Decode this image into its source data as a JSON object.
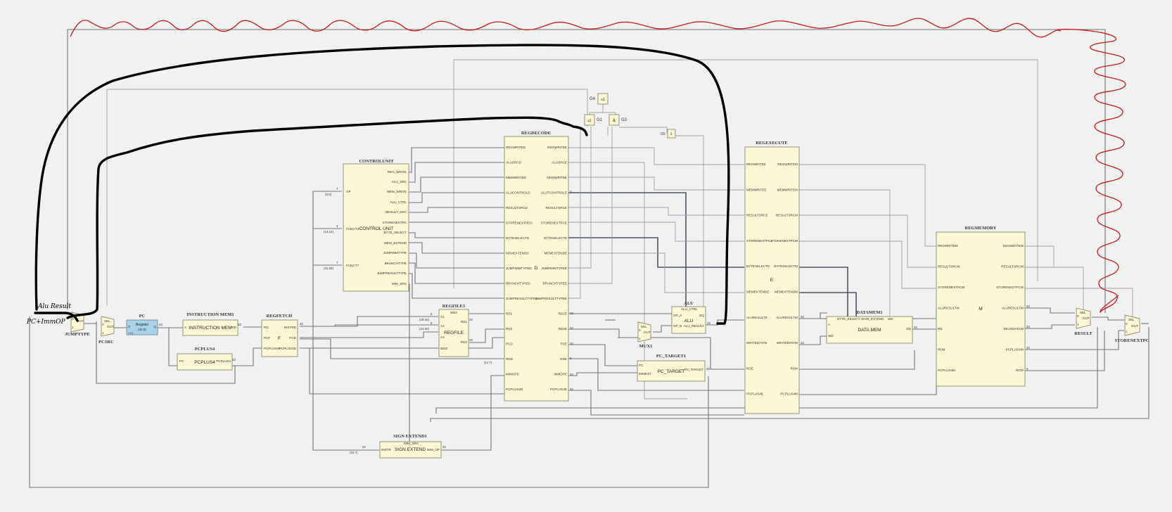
{
  "diagram": {
    "type": "processor schematic",
    "blocks": {
      "controlunit": {
        "title": "CONTROLUNIT",
        "name": "CONTROL UNIT",
        "inputs": [
          "OP",
          "FUNCT3",
          "FUNCT7"
        ],
        "outputs": [
          "REG_WRITE",
          "ALU_SRC",
          "MEM_WRITE",
          "ALU_CTRL",
          "RESULT_SRC",
          "STORENEXTPC",
          "BYTE_SELECT",
          "MEM_EXTEND",
          "JUMPIMMTYPE",
          "BRANCHTYPE",
          "JUMPRESULTTYPE",
          "IMM_SRC"
        ]
      },
      "regdecode": {
        "title": "REGDECODE",
        "name": "D",
        "left": [
          "REGWRITED",
          "ALUSRCD",
          "MEMWRITED",
          "ALUCONTROLD",
          "RESULTSRCD",
          "STORENEXTPCD",
          "BYTESELECTD",
          "MEMEXTENDD",
          "JUMPIMMTYPED",
          "BRANCHTYPED",
          "JUMPRESULTTYPED",
          "RD1",
          "RD2",
          "PCD",
          "RDD",
          "IMMOPD",
          "PCPLUS4D"
        ],
        "right": [
          "REGWRITEE",
          "ALUSRCE",
          "MEMWRITEE",
          "ALUTCONTROLE",
          "RESULTSRCE",
          "STORENEXTPCE",
          "BYTESELECTE",
          "MEMEXTENDE",
          "JUMPIMMTYPEE",
          "BRANCHTYPEE",
          "JUMPRESULTTYPEE",
          "RD1E",
          "RD2E",
          "PCE",
          "RDE",
          "IMMOPE",
          "PCPLUS4E"
        ]
      },
      "regexecute": {
        "title": "REGEXECUTE",
        "name": "E",
        "left": [
          "REGWRITEE",
          "MEMWRITEE",
          "RESULTSRCE",
          "STORENEXTPCE",
          "BYTESELECTE",
          "MEMEXTENDE",
          "ALURESULTE",
          "WRITEDATAE",
          "RDE",
          "PCPLUS4E"
        ],
        "right": [
          "REGWRITEM",
          "MEMWRITEM",
          "RESULTSRCM",
          "STORENEXTPCM",
          "BYTESELECTM",
          "MEMEXTENDM",
          "ALURESULTM",
          "WRITEDATAM",
          "RDM",
          "PCPLUS4M"
        ]
      },
      "regmemory": {
        "title": "REGMEMORY",
        "name": "M",
        "left": [
          "REGWRITEM",
          "RESULTSRCM",
          "STORENEXTPCM",
          "ALURESULTM",
          "RD",
          "RDM",
          "PCPLUS4M"
        ],
        "right": [
          "REGWRITEW",
          "RESULTSRCW",
          "STORENEXTPCW",
          "ALURESULTW",
          "READDATAW",
          "PCPLUS4W",
          "RDW"
        ]
      },
      "regfetch": {
        "title": "REGFETCH",
        "name": "F",
        "left": [
          "RD",
          "PCF",
          "PCPLUS4F"
        ],
        "right": [
          "INSTRD",
          "PCD",
          "PCPLUS4D"
        ]
      },
      "regfile": {
        "title": "REGFILE1",
        "name": "REGFILE",
        "ports": [
          "WE3",
          "A1",
          "A2",
          "A3",
          "WD3",
          "RD1",
          "RD2"
        ]
      },
      "instrmem": {
        "title": "INSTRUCTION MEM1",
        "name": "INSTRUCTION MEM",
        "ports": [
          "A",
          "RD"
        ]
      },
      "pcplus4": {
        "title": "PCPLUS4",
        "name": "PCPLUS4",
        "ports": [
          "PC",
          "PCPLUS4"
        ]
      },
      "pc": {
        "title": "PC",
        "name": "Register",
        "sub": "(31:0)",
        "ports": [
          "D",
          "Q",
          "CLK"
        ]
      },
      "signextend": {
        "title": "SIGN EXTEND1",
        "name": "SIGN EXTEND",
        "ports": [
          "IMM_SRC",
          "INSTR",
          "IMM_OP"
        ]
      },
      "pctarget": {
        "title": "PC_TARGET1",
        "name": "PC_TARGET",
        "ports": [
          "PC",
          "IMMEXT",
          "PC_TARGET"
        ]
      },
      "alu": {
        "title": "ALU",
        "name": "ALU",
        "ports": [
          "ALU_CTRL",
          "OP_A",
          "OP_B",
          "EQ",
          "ALU_RESULT"
        ]
      },
      "datamem": {
        "title": "DATAMEM1",
        "name": "DATA MEM",
        "ports": [
          "BYTE_SELECT",
          "SIGN_EXTEND",
          "WE",
          "A",
          "WD",
          "RD"
        ]
      }
    },
    "muxes": [
      {
        "key": "jumptype",
        "label": "JUMPTYPE"
      },
      {
        "key": "pcsrc",
        "label": "PCSRC"
      },
      {
        "key": "mux1",
        "label": "MUX1"
      },
      {
        "key": "result",
        "label": "RESULT"
      },
      {
        "key": "storenextpc",
        "label": "STORENEXTPC"
      }
    ],
    "mux_ports": {
      "sel": "SEL",
      "out": "OUT",
      "in0": "0",
      "in1": "1"
    },
    "gates": [
      {
        "key": "g4",
        "label": "G4",
        "symbol": "≥1"
      },
      {
        "key": "g1",
        "label": "G1",
        "symbol": "≥1"
      },
      {
        "key": "g3",
        "label": "G3",
        "symbol": "&"
      },
      {
        "key": "g5",
        "label": "G5",
        "symbol": "1"
      }
    ],
    "bus_labels": {
      "b7": "7",
      "b3": "3",
      "b5": "5",
      "b32": "32",
      "b3_2": "3",
      "s60": "(6:0)",
      "s1412": "(14:12)",
      "s3125": "(31:25)",
      "s1915": "(19:15)",
      "s2420": "(24:20)",
      "s117": "(11:7)",
      "s317": "(31:7)",
      "s310": "(31:0)"
    },
    "annotations": {
      "alu_result": "Alu Result",
      "pc_plus_imm": "PC+ImmOP"
    },
    "colors": {
      "block_fill": "#fbf8d3",
      "pc_register_fill": "#a9d3ea",
      "wire": "#6f747c",
      "annotation_black": "#000000",
      "annotation_red": "#c81a1a",
      "background": "#f1f1f1"
    }
  }
}
